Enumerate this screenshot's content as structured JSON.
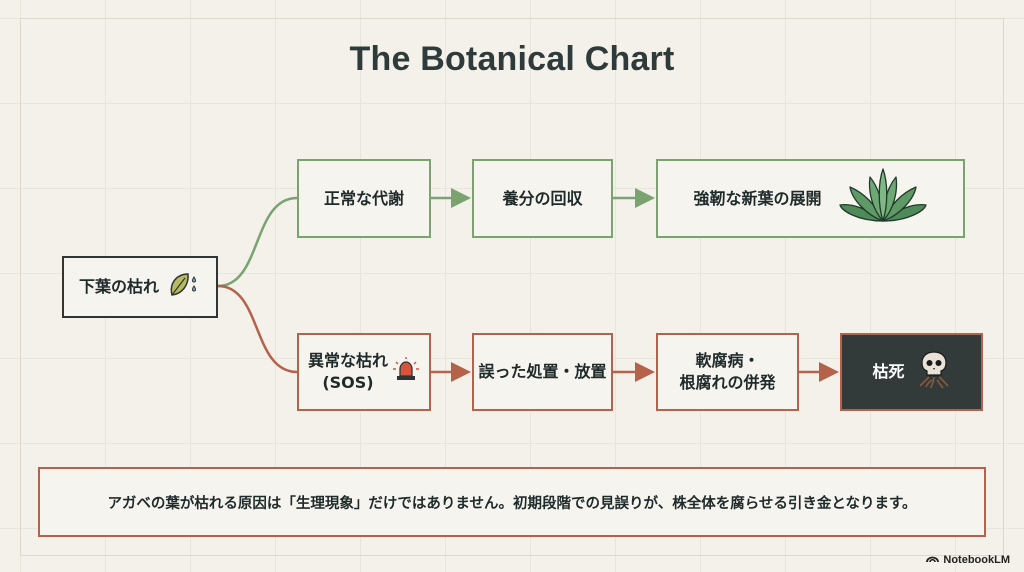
{
  "title": "The Botanical Chart",
  "start": {
    "label": "下葉の枯れ",
    "icon": "drooping-leaf-icon"
  },
  "green_path": [
    {
      "label": "正常な代謝"
    },
    {
      "label": "養分の回収"
    },
    {
      "label": "強靭な新葉の展開",
      "icon": "agave-rosette-icon"
    }
  ],
  "red_path": [
    {
      "label": "異常な枯れ\n(SOS)",
      "icon": "alarm-light-icon"
    },
    {
      "label": "誤った処置・放置"
    },
    {
      "label": "軟腐病・\n根腐れの併発"
    },
    {
      "label": "枯死",
      "icon": "skull-roots-icon"
    }
  ],
  "note": "アガベの葉が枯れる原因は「生理現象」だけではありません。初期段階での見誤りが、株全体を腐らせる引き金となります。",
  "brand": "NotebookLM",
  "colors": {
    "healthy": "#7aa370",
    "danger": "#b5624a",
    "terminal_bg": "#333a3a",
    "background": "#f3f1ea"
  }
}
